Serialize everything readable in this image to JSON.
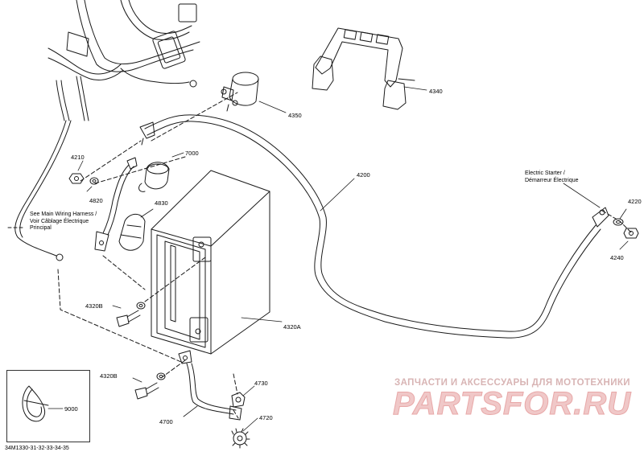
{
  "parts": {
    "p4210": "4210",
    "p4820": "4820",
    "p7000": "7000",
    "p4830": "4830",
    "p4350": "4350",
    "p4340": "4340",
    "p4200": "4200",
    "p4220": "4220",
    "p4240": "4240",
    "p4320B_a": "4320B",
    "p4320B_b": "4320B",
    "p4320A": "4320A",
    "p4730": "4730",
    "p4720": "4720",
    "p4700": "4700",
    "p9000": "9000"
  },
  "notes": {
    "harness": [
      "See Main Wiring Harness /",
      "Voir Câblage Électrique",
      "Principal"
    ],
    "starter": [
      "Electric Starter /",
      "Démarreur Électrique"
    ]
  },
  "reference": "34M1330-31-32-33-34-35",
  "watermark": {
    "tagline": "ЗАПЧАСТИ И АКСЕССУАРЫ ДЛЯ МОТОТЕХНИКИ",
    "brand": "PARTSFOR.RU"
  },
  "colors": {
    "line": "#1a1a1a",
    "watermark": "#e8a8a8"
  }
}
